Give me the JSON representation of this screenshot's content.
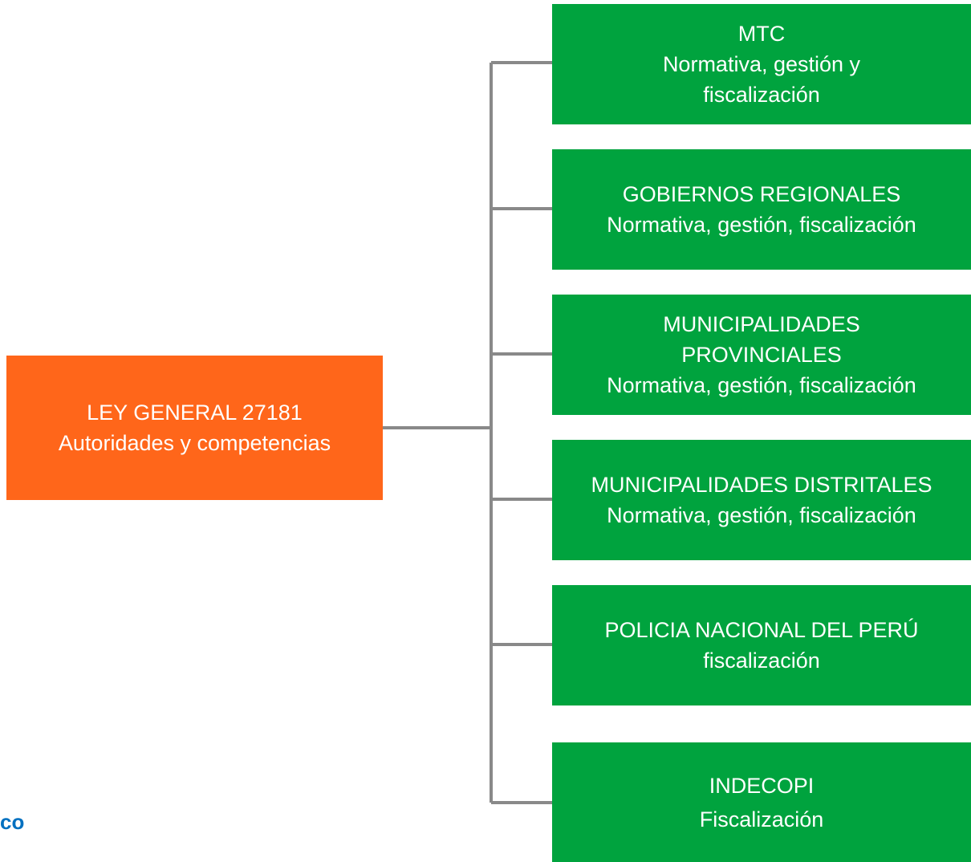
{
  "colors": {
    "root_fill": "#FF661A",
    "child_fill": "#00A33E",
    "connector": "#898989",
    "text": "#FFFFFF",
    "logo": "#0070C0"
  },
  "root": {
    "label": "LEY GENERAL 27181\nAutoridades y competencias"
  },
  "children": [
    {
      "label": "MTC\nNormativa, gestión y\nfiscalización"
    },
    {
      "label": "GOBIERNOS REGIONALES\nNormativa, gestión, fiscalización"
    },
    {
      "label": "MUNICIPALIDADES\nPROVINCIALES\nNormativa, gestión, fiscalización"
    },
    {
      "label": "MUNICIPALIDADES DISTRITALES\nNormativa, gestión, fiscalización"
    },
    {
      "label": "POLICIA NACIONAL DEL PERÚ\nfiscalización"
    },
    {
      "label": "INDECOPI\nFiscalización"
    }
  ],
  "logo_fragment": "co"
}
